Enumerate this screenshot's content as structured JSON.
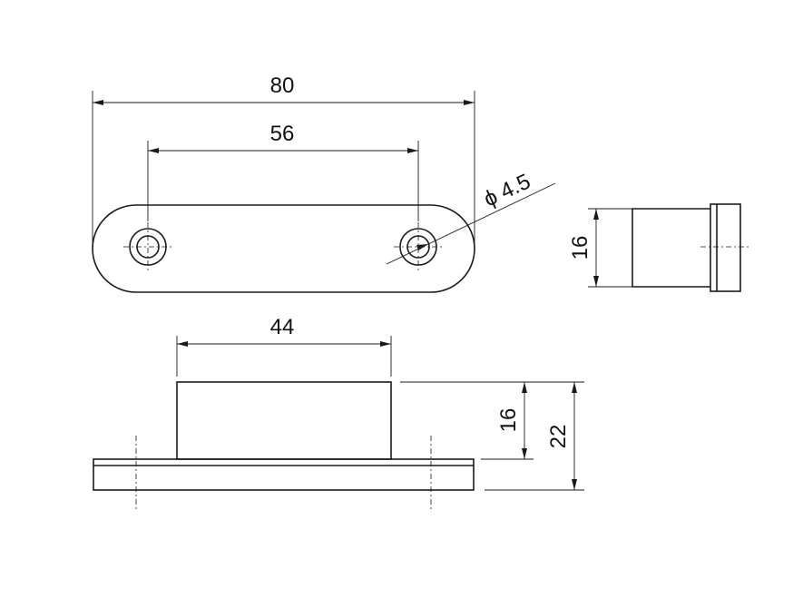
{
  "dimensions": {
    "overall_length": "80",
    "hole_spacing": "56",
    "hole_diameter": "4.5",
    "diameter_symbol": "ϕ",
    "side_height": "16",
    "body_width": "44",
    "body_height": "16",
    "total_height": "22"
  }
}
